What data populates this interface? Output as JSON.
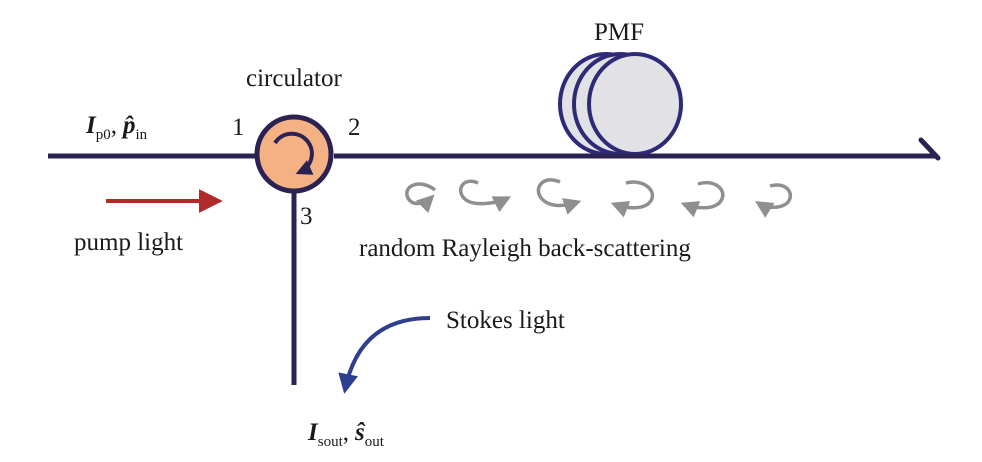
{
  "labels": {
    "circulator": "circulator",
    "pmf": "PMF",
    "port1": "1",
    "port2": "2",
    "port3": "3",
    "pump_light": "pump light",
    "stokes_light": "Stokes light",
    "rayleigh": "random Rayleigh back-scattering"
  },
  "input_math": {
    "I": "I",
    "I_sub": "p0",
    "sep": ",",
    "p": "p̂",
    "p_sub": "in"
  },
  "output_math": {
    "I": "I",
    "I_sub": "sout",
    "sep": ",",
    "s": "ŝ",
    "s_sub": "out"
  },
  "colors": {
    "fiber": "#2b2152",
    "circulator_fill": "#f4b183",
    "circulator_stroke": "#2b2152",
    "pmf_fill": "#e2e2e6",
    "pmf_stroke": "#2e2a78",
    "pump_arrow": "#b02a2a",
    "stokes_arrow": "#2f3f8f",
    "scatter_arrows": "#8f8f8f"
  },
  "icons": {
    "circulator": "circular-arrow-icon",
    "pmf": "fiber-spool-icon",
    "scattering": "loop-arrow-icon"
  }
}
